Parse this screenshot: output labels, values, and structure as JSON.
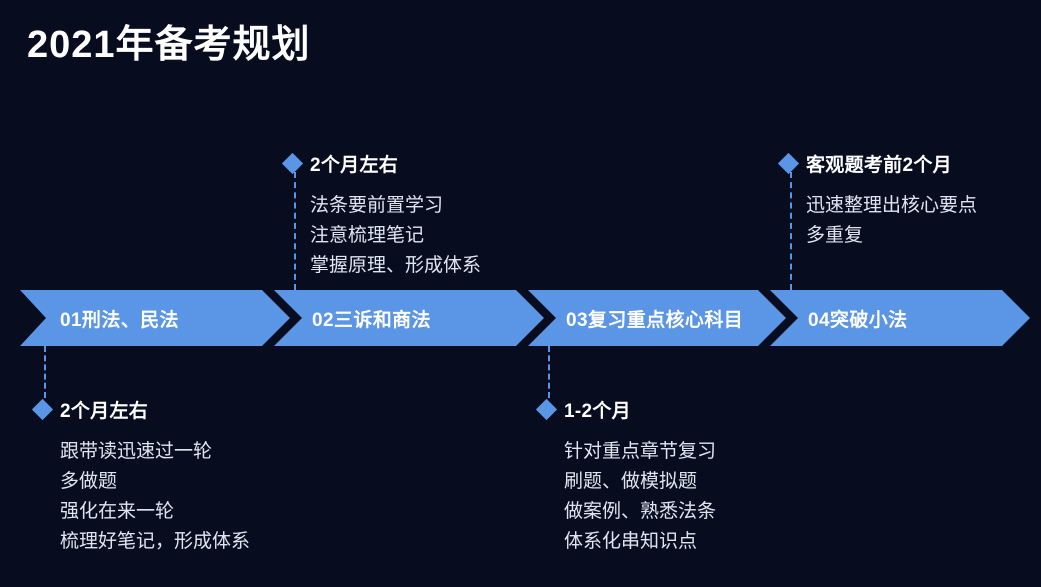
{
  "slide": {
    "title": "2021年备考规划",
    "background_color": "#070d1f",
    "accent_color": "#5b95e5",
    "text_color": "#dfe5f0",
    "heading_color": "#ffffff"
  },
  "timeline": {
    "steps": [
      {
        "label": "01刑法、民法"
      },
      {
        "label": "02三诉和商法"
      },
      {
        "label": "03复习重点核心科目"
      },
      {
        "label": "04突破小法"
      }
    ]
  },
  "callouts": {
    "above": [
      {
        "marker": "diamond-marker",
        "title": "2个月左右",
        "lines": [
          "法条要前置学习",
          "注意梳理笔记",
          "掌握原理、形成体系"
        ]
      },
      {
        "marker": "diamond-marker",
        "title": "客观题考前2个月",
        "lines": [
          "迅速整理出核心要点",
          "多重复"
        ]
      }
    ],
    "below": [
      {
        "marker": "diamond-marker",
        "title": "2个月左右",
        "lines": [
          "跟带读迅速过一轮",
          "多做题",
          "强化在来一轮",
          "梳理好笔记，形成体系"
        ]
      },
      {
        "marker": "diamond-marker",
        "title": "1-2个月",
        "lines": [
          "针对重点章节复习",
          "刷题、做模拟题",
          "做案例、熟悉法条",
          "体系化串知识点"
        ]
      }
    ]
  }
}
